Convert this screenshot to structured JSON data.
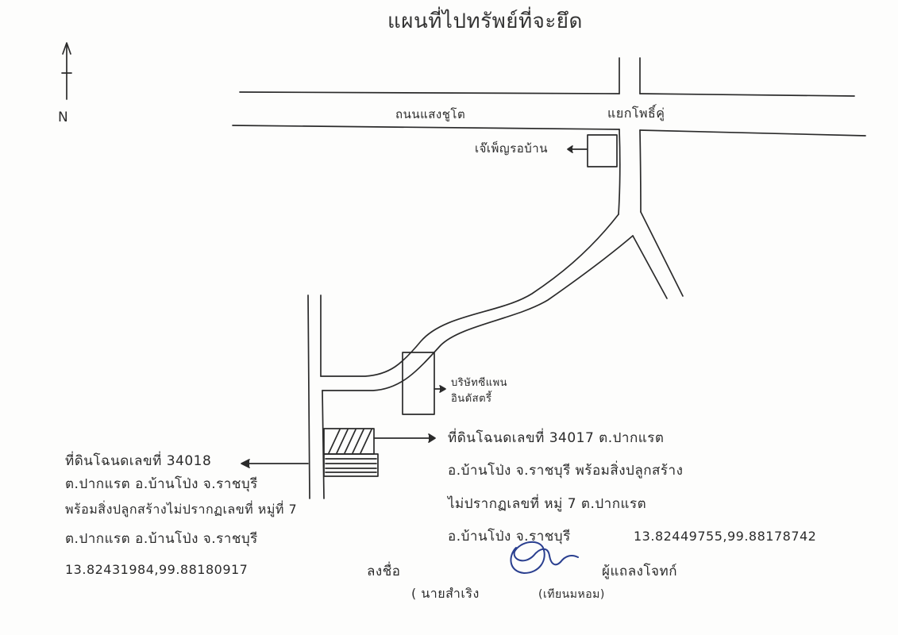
{
  "title": "แผนที่ไปทรัพย์ที่จะยึด",
  "compass": {
    "label": "N",
    "icon": "north-arrow-icon"
  },
  "roads": {
    "main_road": "ถนนแสงชูโต",
    "junction": "แยกโพธิ์คู่"
  },
  "landmarks": {
    "shop": "เจ๊เพ็ญรอบ้าน",
    "company_line1": "บริษัทซีแพน",
    "company_line2": "อินดัสตรี้"
  },
  "parcel_right": {
    "lines": [
      "ที่ดินโฉนดเลขที่ 34017 ต.ปากแรต",
      "อ.บ้านโป่ง จ.ราชบุรี พร้อมสิ่งปลูกสร้าง",
      "ไม่ปรากฏเลขที่ หมู่ 7 ต.ปากแรต",
      "อ.บ้านโป่ง จ.ราชบุรี"
    ],
    "coordinates": "13.82449755,99.88178742"
  },
  "parcel_left": {
    "lines": [
      "ที่ดินโฉนดเลขที่ 34018",
      "ต.ปากแรต อ.บ้านโป่ง จ.ราชบุรี",
      "พร้อมสิ่งปลูกสร้างไม่ปรากฏเลขที่ หมู่ที่ 7",
      "ต.ปากแรต อ.บ้านโป่ง จ.ราชบุรี"
    ],
    "coordinates": "13.82431984,99.88180917"
  },
  "signature": {
    "label": "ลงชื่อ",
    "name": "( นายสำเริง",
    "scribble": "signature-scribble"
  },
  "witness": {
    "label": "ผู้แถลงโจทก์",
    "name": "(เทียนมหอม)"
  },
  "colors": {
    "ink": "#2b2b2b",
    "paper": "#fdfdfc"
  }
}
